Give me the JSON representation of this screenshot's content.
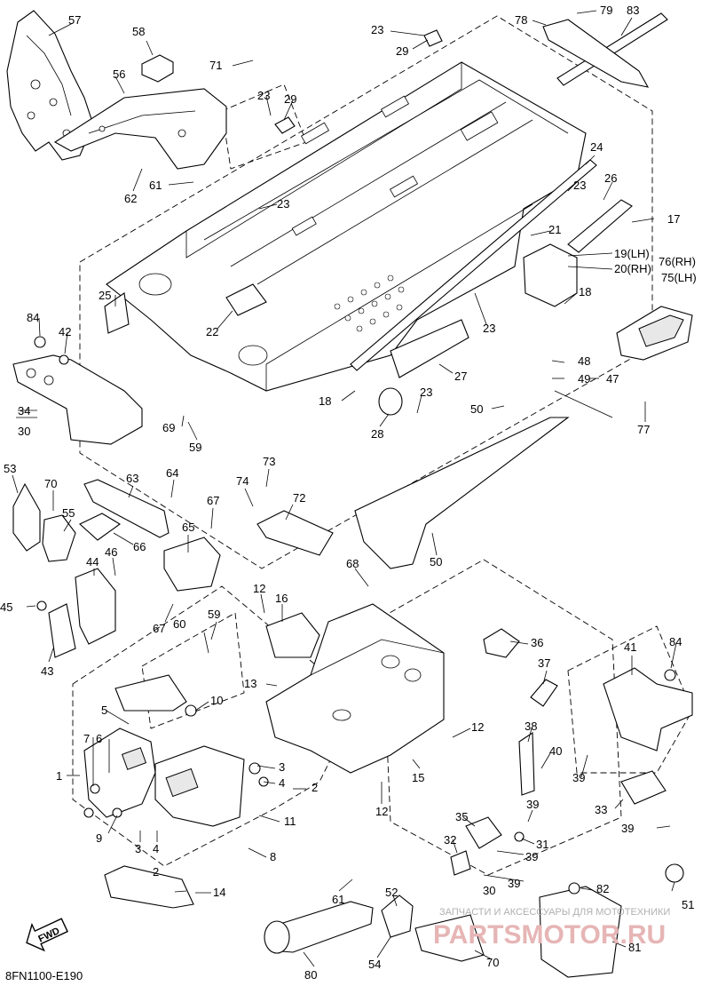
{
  "diagram_code": "8FN1100-E190",
  "fwd_label": "FWD",
  "watermark_top": "ЗАПЧАСТИ И АКСЕССУАРЫ ДЛЯ МОТОТЕХНИКИ",
  "watermark_brand": "PARTSMOTOR.RU",
  "callouts": [
    {
      "id": "57",
      "text": "57"
    },
    {
      "id": "58",
      "text": "58"
    },
    {
      "id": "56",
      "text": "56"
    },
    {
      "id": "71",
      "text": "71"
    },
    {
      "id": "23a",
      "text": "23"
    },
    {
      "id": "29a",
      "text": "29"
    },
    {
      "id": "23b",
      "text": "23"
    },
    {
      "id": "29b",
      "text": "29"
    },
    {
      "id": "78",
      "text": "78"
    },
    {
      "id": "79",
      "text": "79"
    },
    {
      "id": "83",
      "text": "83"
    },
    {
      "id": "62",
      "text": "62"
    },
    {
      "id": "61a",
      "text": "61"
    },
    {
      "id": "24",
      "text": "24"
    },
    {
      "id": "23c",
      "text": "23"
    },
    {
      "id": "26",
      "text": "26"
    },
    {
      "id": "17",
      "text": "17"
    },
    {
      "id": "23d",
      "text": "23"
    },
    {
      "id": "21",
      "text": "21"
    },
    {
      "id": "19",
      "text": "19(LH)"
    },
    {
      "id": "20",
      "text": "20(RH)"
    },
    {
      "id": "76",
      "text": "76(RH)"
    },
    {
      "id": "75",
      "text": "75(LH)"
    },
    {
      "id": "25",
      "text": "25"
    },
    {
      "id": "22",
      "text": "22"
    },
    {
      "id": "18a",
      "text": "18"
    },
    {
      "id": "23e",
      "text": "23"
    },
    {
      "id": "84a",
      "text": "84"
    },
    {
      "id": "42",
      "text": "42"
    },
    {
      "id": "27",
      "text": "27"
    },
    {
      "id": "48",
      "text": "48"
    },
    {
      "id": "49",
      "text": "49"
    },
    {
      "id": "47",
      "text": "47"
    },
    {
      "id": "18b",
      "text": "18"
    },
    {
      "id": "23f",
      "text": "23"
    },
    {
      "id": "34",
      "text": "34"
    },
    {
      "id": "30a",
      "text": "30"
    },
    {
      "id": "50a",
      "text": "50"
    },
    {
      "id": "28",
      "text": "28"
    },
    {
      "id": "69",
      "text": "69"
    },
    {
      "id": "59a",
      "text": "59"
    },
    {
      "id": "77",
      "text": "77"
    },
    {
      "id": "53",
      "text": "53"
    },
    {
      "id": "73",
      "text": "73"
    },
    {
      "id": "70a",
      "text": "70"
    },
    {
      "id": "63",
      "text": "63"
    },
    {
      "id": "64",
      "text": "64"
    },
    {
      "id": "74",
      "text": "74"
    },
    {
      "id": "72",
      "text": "72"
    },
    {
      "id": "55",
      "text": "55"
    },
    {
      "id": "67a",
      "text": "67"
    },
    {
      "id": "65",
      "text": "65"
    },
    {
      "id": "66",
      "text": "66"
    },
    {
      "id": "46",
      "text": "46"
    },
    {
      "id": "44",
      "text": "44"
    },
    {
      "id": "50b",
      "text": "50"
    },
    {
      "id": "68",
      "text": "68"
    },
    {
      "id": "12a",
      "text": "12"
    },
    {
      "id": "16",
      "text": "16"
    },
    {
      "id": "45",
      "text": "45"
    },
    {
      "id": "67b",
      "text": "67"
    },
    {
      "id": "60",
      "text": "60"
    },
    {
      "id": "59b",
      "text": "59"
    },
    {
      "id": "36",
      "text": "36"
    },
    {
      "id": "41",
      "text": "41"
    },
    {
      "id": "84b",
      "text": "84"
    },
    {
      "id": "43",
      "text": "43"
    },
    {
      "id": "37",
      "text": "37"
    },
    {
      "id": "13",
      "text": "13"
    },
    {
      "id": "10",
      "text": "10"
    },
    {
      "id": "5",
      "text": "5"
    },
    {
      "id": "7",
      "text": "7"
    },
    {
      "id": "6",
      "text": "6"
    },
    {
      "id": "12b",
      "text": "12"
    },
    {
      "id": "38",
      "text": "38"
    },
    {
      "id": "40",
      "text": "40"
    },
    {
      "id": "1",
      "text": "1"
    },
    {
      "id": "3a",
      "text": "3"
    },
    {
      "id": "4a",
      "text": "4"
    },
    {
      "id": "2a",
      "text": "2"
    },
    {
      "id": "15",
      "text": "15"
    },
    {
      "id": "39a",
      "text": "39"
    },
    {
      "id": "33",
      "text": "33"
    },
    {
      "id": "11",
      "text": "11"
    },
    {
      "id": "12c",
      "text": "12"
    },
    {
      "id": "39b",
      "text": "39"
    },
    {
      "id": "9",
      "text": "9"
    },
    {
      "id": "35",
      "text": "35"
    },
    {
      "id": "39c",
      "text": "39"
    },
    {
      "id": "31",
      "text": "31"
    },
    {
      "id": "3b",
      "text": "3"
    },
    {
      "id": "4b",
      "text": "4"
    },
    {
      "id": "8",
      "text": "8"
    },
    {
      "id": "32",
      "text": "32"
    },
    {
      "id": "39d",
      "text": "39"
    },
    {
      "id": "2b",
      "text": "2"
    },
    {
      "id": "14",
      "text": "14"
    },
    {
      "id": "39e",
      "text": "39"
    },
    {
      "id": "30b",
      "text": "30"
    },
    {
      "id": "61b",
      "text": "61"
    },
    {
      "id": "52",
      "text": "52"
    },
    {
      "id": "82",
      "text": "82"
    },
    {
      "id": "51",
      "text": "51"
    },
    {
      "id": "81",
      "text": "81"
    },
    {
      "id": "80",
      "text": "80"
    },
    {
      "id": "54",
      "text": "54"
    },
    {
      "id": "70b",
      "text": "70"
    }
  ]
}
